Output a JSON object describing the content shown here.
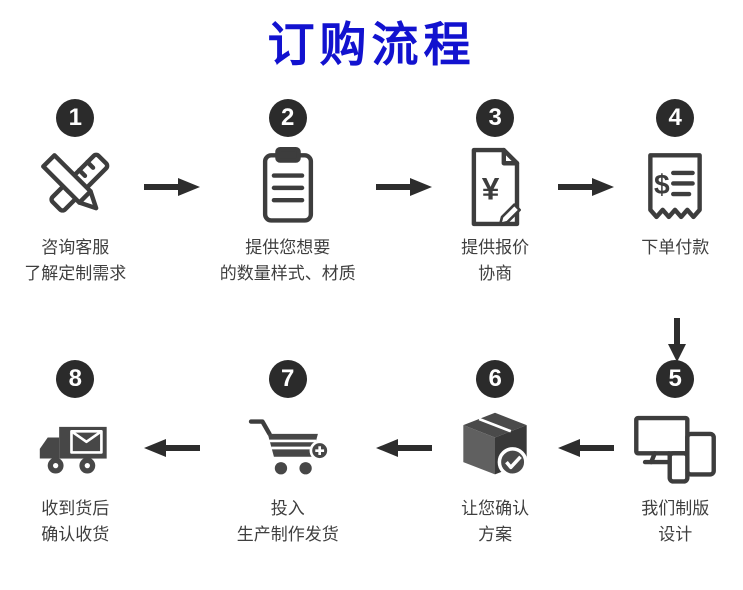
{
  "title": "订购流程",
  "colors": {
    "title_blue": "#1212cf",
    "dark": "#2b2b2b",
    "icon_gray": "#3d3d3d"
  },
  "steps": [
    {
      "number": "1",
      "icon": "pencil-ruler-icon",
      "line1": "咨询客服",
      "line2": "了解定制需求"
    },
    {
      "number": "2",
      "icon": "clipboard-icon",
      "line1": "提供您想要",
      "line2": "的数量样式、材质"
    },
    {
      "number": "3",
      "icon": "quote-document-icon",
      "glyph": "¥",
      "line1": "提供报价",
      "line2": "协商"
    },
    {
      "number": "4",
      "icon": "receipt-icon",
      "glyph": "$",
      "line1": "下单付款",
      "line2": ""
    },
    {
      "number": "5",
      "icon": "design-devices-icon",
      "line1": "我们制版",
      "line2": "设计"
    },
    {
      "number": "6",
      "icon": "box-check-icon",
      "line1": "让您确认",
      "line2": "方案"
    },
    {
      "number": "7",
      "icon": "shopping-cart-icon",
      "line1": "投入",
      "line2": "生产制作发货"
    },
    {
      "number": "8",
      "icon": "delivery-truck-icon",
      "line1": "收到货后",
      "line2": "确认收货"
    }
  ]
}
